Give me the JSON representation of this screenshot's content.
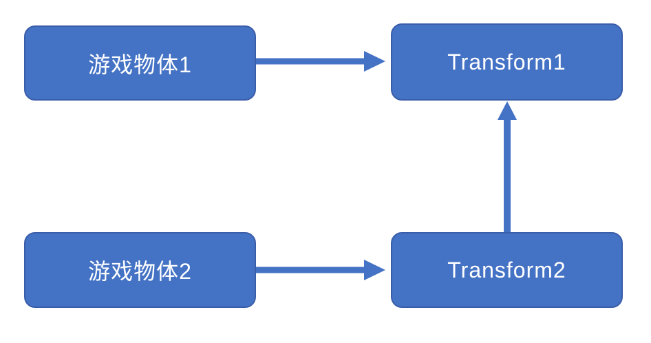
{
  "diagram": {
    "type": "flow-diagram",
    "background_color": "#ffffff",
    "node_fill_color": "#4472c4",
    "node_border_color": "#3a5da9",
    "node_text_color": "#ffffff",
    "arrow_color": "#4472c4",
    "nodes": [
      {
        "id": "game-object-1",
        "label": "游戏物体1"
      },
      {
        "id": "transform-1",
        "label": "Transform1"
      },
      {
        "id": "game-object-2",
        "label": "游戏物体2"
      },
      {
        "id": "transform-2",
        "label": "Transform2"
      }
    ],
    "edges": [
      {
        "from": "game-object-1",
        "to": "transform-1",
        "direction": "right"
      },
      {
        "from": "game-object-2",
        "to": "transform-2",
        "direction": "right"
      },
      {
        "from": "transform-2",
        "to": "transform-1",
        "direction": "up"
      }
    ]
  }
}
